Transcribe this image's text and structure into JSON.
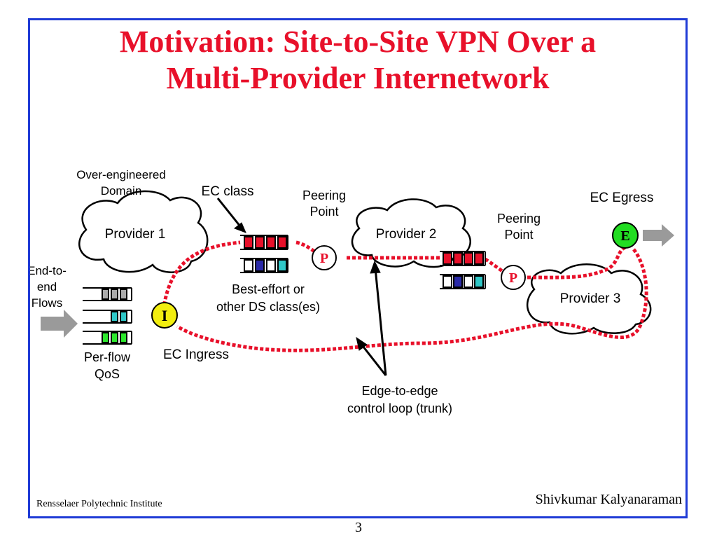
{
  "slide": {
    "title_line1": "Motivation: Site-to-Site VPN Over a",
    "title_line2": "Multi-Provider Internetwork",
    "footer_institution": "Rensselaer Polytechnic Institute",
    "footer_author": "Shivkumar Kalyanaraman",
    "page_number": "3"
  },
  "diagram": {
    "over_engineered_line1": "Over-engineered",
    "over_engineered_line2": "Domain",
    "provider1": "Provider 1",
    "provider2": "Provider 2",
    "provider3": "Provider 3",
    "ec_class": "EC class",
    "peering_point_a_line1": "Peering",
    "peering_point_a_line2": "Point",
    "peering_point_b_line1": "Peering",
    "peering_point_b_line2": "Point",
    "ec_egress": "EC Egress",
    "egress_letter": "E",
    "ingress_letter": "I",
    "peer_letter_a": "P",
    "peer_letter_b": "P",
    "end_to_end_line1": "End-to-",
    "end_to_end_line2": "end",
    "end_to_end_line3": "Flows",
    "best_effort_line1": "Best-effort or",
    "best_effort_line2": "other DS class(es)",
    "ec_ingress": "EC Ingress",
    "per_flow_line1": "Per-flow",
    "per_flow_line2": "QoS",
    "edge_loop_line1": "Edge-to-edge",
    "edge_loop_line2": "control loop (trunk)",
    "colors": {
      "title": "#e8102a",
      "frame": "#1f3bd6",
      "trunk": "#e8102a",
      "egress_node": "#22dd22",
      "ingress_node": "#f2ee10",
      "peer_node": "#ffffff",
      "queue_red": "#e8102a",
      "queue_blue": "#2a2aa8",
      "queue_cyan": "#2fc7c7",
      "queue_green": "#2de82d",
      "arrow_gray": "#9a9a9a"
    }
  }
}
